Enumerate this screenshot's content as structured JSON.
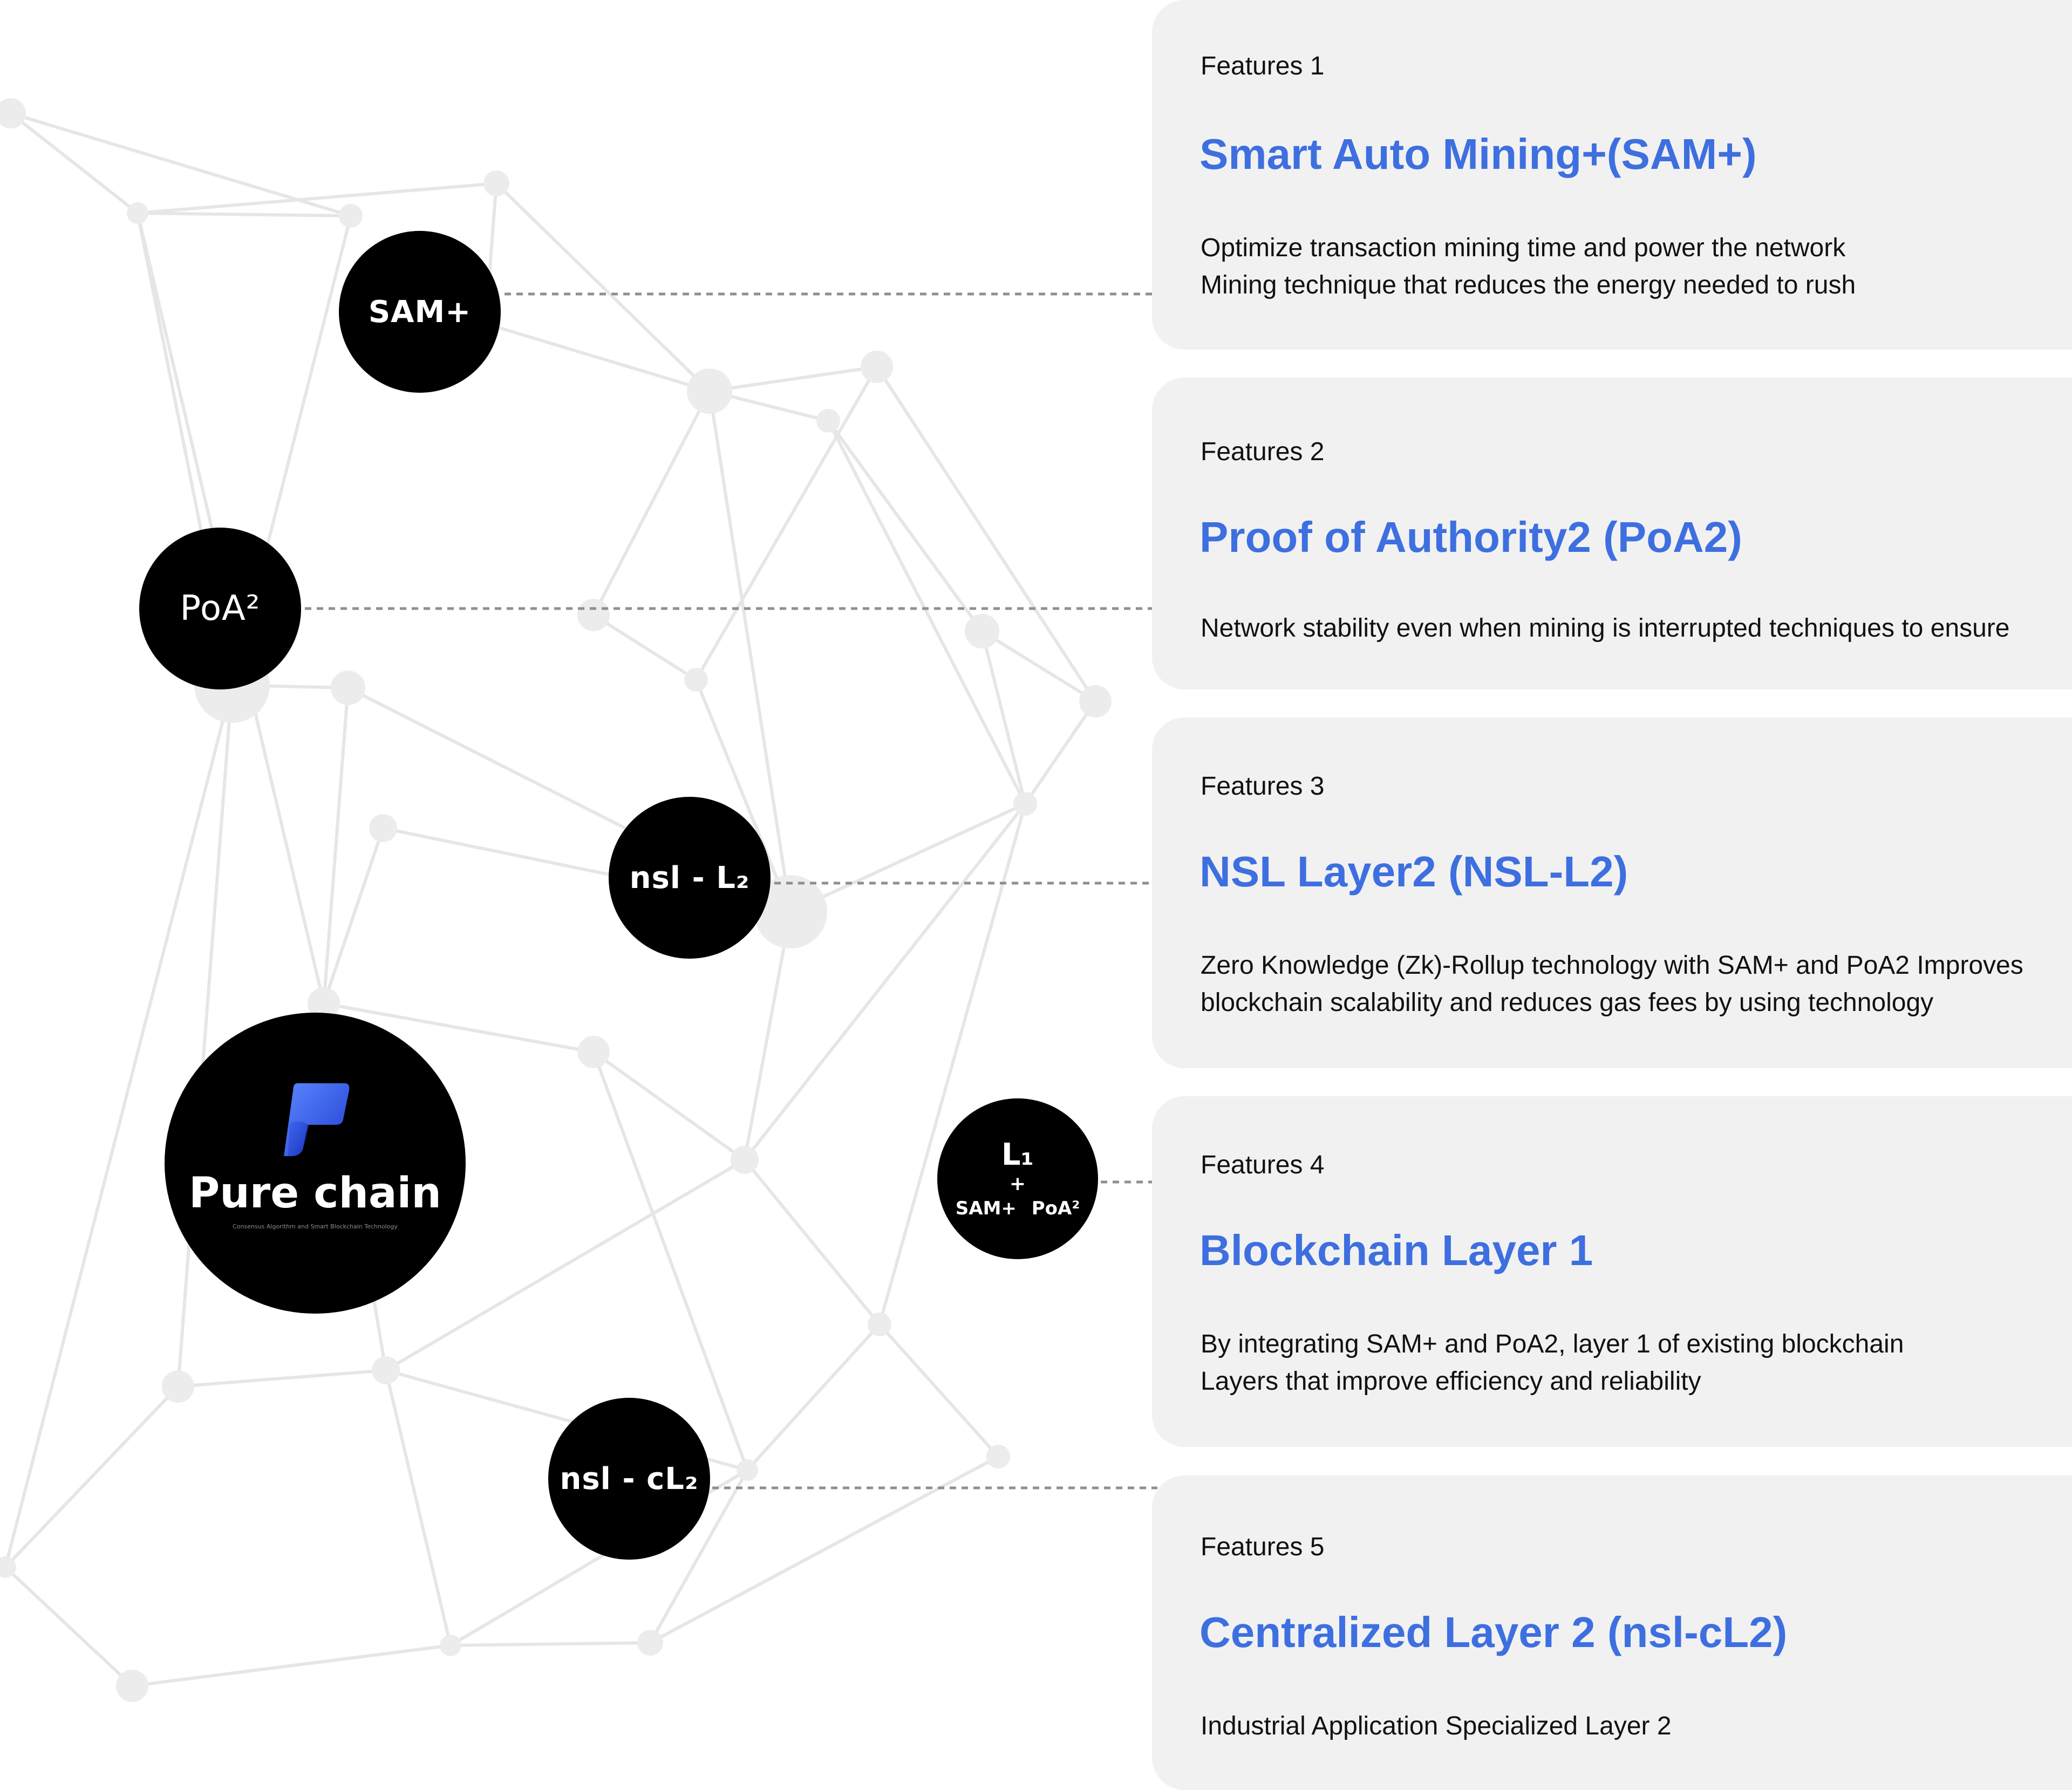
{
  "nodes": {
    "sam": "SAM+",
    "poa": "PoA²",
    "nsl_l2": "nsl - L₂",
    "l1": {
      "top": "L₁",
      "plus": "+",
      "left": "SAM+",
      "right": "PoA²"
    },
    "nsl_cl2": "nsl - cL₂",
    "pure_chain": {
      "name": "Pure chain",
      "subtitle": "Consensus Algorithm and Smart Blockchain Technology"
    }
  },
  "colors": {
    "title_blue": "#3e6fe0",
    "card_bg": "#f1f1f1",
    "node_bg": "#000000"
  },
  "features": [
    {
      "tag": "Features 1",
      "title": "Smart Auto Mining+(SAM+)",
      "lines": [
        "Optimize transaction mining time and power the network",
        "Mining technique that reduces the energy needed to rush"
      ]
    },
    {
      "tag": "Features 2",
      "title": "Proof of Authority2 (PoA2)",
      "lines": [
        "Network stability even when mining is interrupted techniques to ensure"
      ]
    },
    {
      "tag": "Features 3",
      "title": "NSL Layer2 (NSL-L2)",
      "lines": [
        "Zero Knowledge (Zk)-Rollup technology with SAM+ and PoA2 Improves",
        "blockchain scalability and reduces gas fees by using technology"
      ]
    },
    {
      "tag": "Features 4",
      "title": "Blockchain Layer 1",
      "lines": [
        "By integrating SAM+ and PoA2, layer 1 of existing blockchain",
        "Layers that improve efficiency and reliability"
      ]
    },
    {
      "tag": "Features 5",
      "title": "Centralized Layer 2 (nsl-cL2)",
      "lines": [
        "Industrial Application Specialized Layer 2"
      ]
    }
  ]
}
